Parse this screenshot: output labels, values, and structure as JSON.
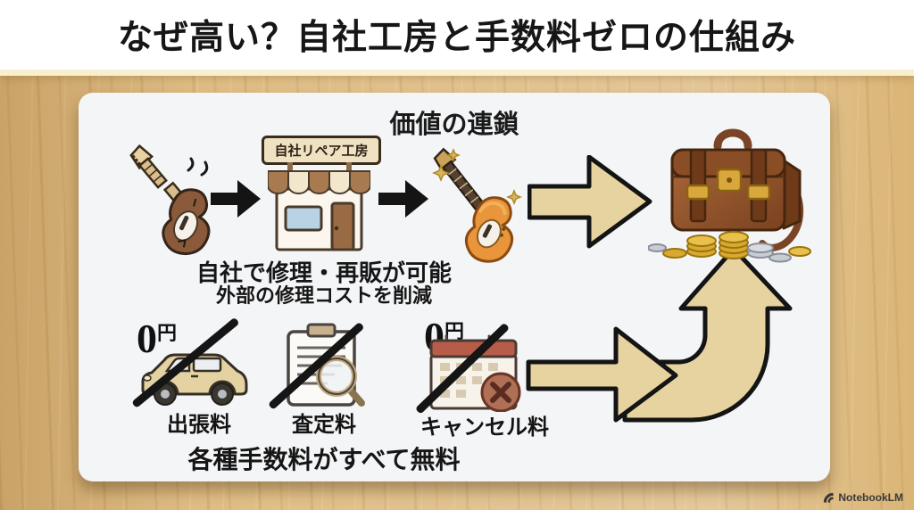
{
  "page": {
    "title": "なぜ高い？自社工房と手数料ゼロの仕組み",
    "watermark": "NotebookLM"
  },
  "card": {
    "heading": "価値の連鎖",
    "shop_sign": "自社リペア工房",
    "caption_line1": "自社で修理・再販が可能",
    "caption_line2": "外部の修理コストを削減",
    "footer_caption": "各種手数料がすべて無料",
    "flow_icons": [
      "broken-guitar-icon",
      "repair-shop-icon",
      "fixed-guitar-icon",
      "briefcase-money-icon"
    ],
    "fees": [
      {
        "price": "0",
        "unit": "円",
        "label": "出張料",
        "icon": "car-icon"
      },
      {
        "price": "",
        "unit": "",
        "label": "査定料",
        "icon": "clipboard-magnifier-icon"
      },
      {
        "price": "0",
        "unit": "円",
        "label": "キャンセル料",
        "icon": "calendar-cancel-icon"
      }
    ]
  },
  "colors": {
    "wood": "#ddb97d",
    "banner_bg": "#ffffff",
    "card_bg": "#f4f5f7",
    "arrow_fill": "#e6d3a0",
    "arrow_outline": "#141414",
    "text": "#161616",
    "shop_awning_brown": "#a87a50",
    "shop_awning_cream": "#f2e6cc",
    "briefcase_brown": "#9a5c30",
    "coin_gold": "#d9a92f",
    "coin_silver": "#c8ccd4"
  }
}
